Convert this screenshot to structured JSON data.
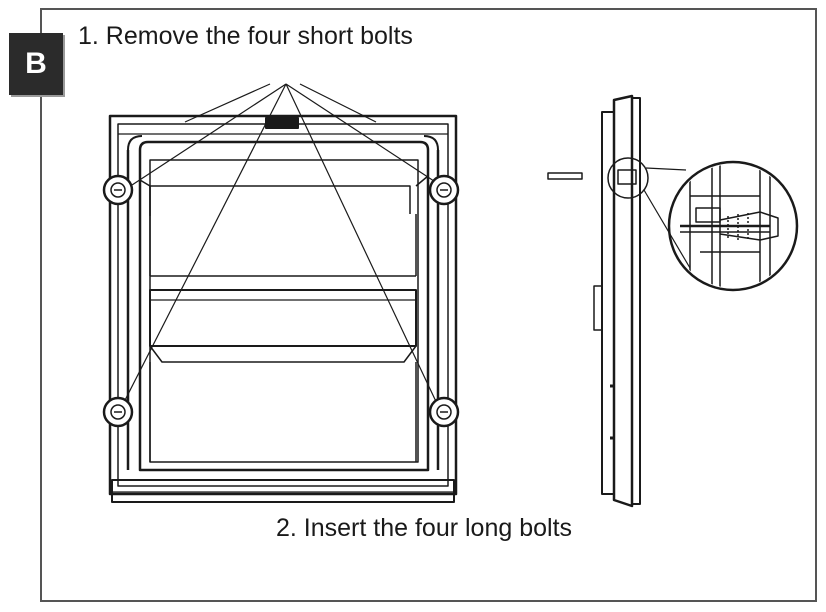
{
  "step_badge": "B",
  "steps": [
    {
      "label": "1. Remove the four short bolts"
    },
    {
      "label": "2. Insert the four long bolts"
    }
  ],
  "colors": {
    "ink": "#1a1a1a",
    "badge_bg": "#2b2b2b",
    "frame": "#555555"
  }
}
